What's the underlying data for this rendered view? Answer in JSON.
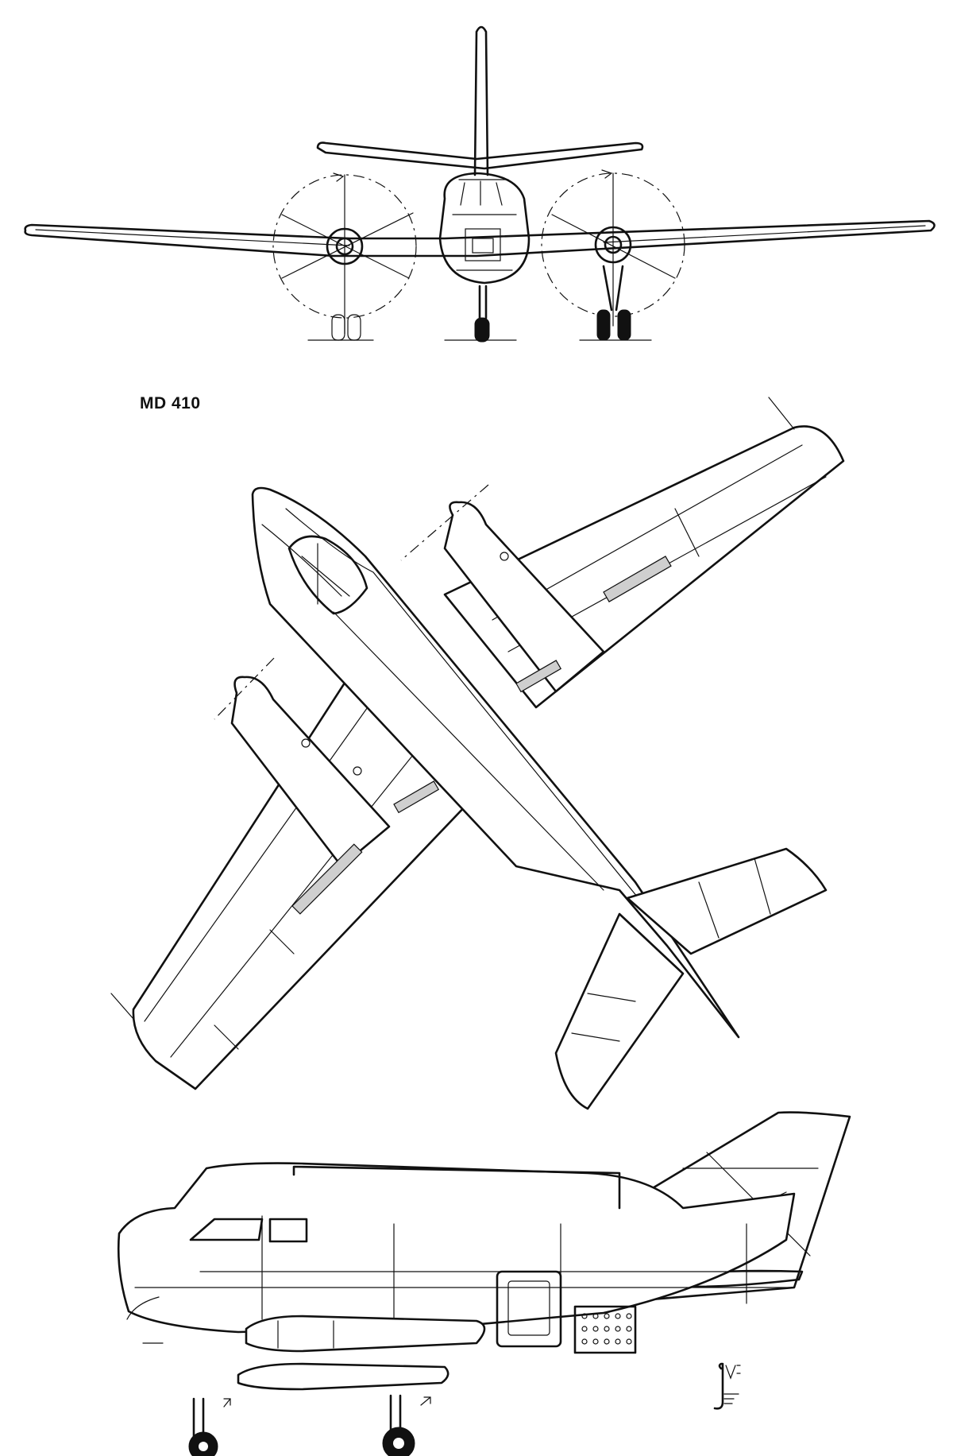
{
  "drawing": {
    "title": "MD 410",
    "views": [
      "front-view",
      "top-view",
      "side-view"
    ],
    "colors": {
      "ink": "#111111",
      "paper": "#ffffff"
    },
    "signature": "illustrator-signature"
  }
}
